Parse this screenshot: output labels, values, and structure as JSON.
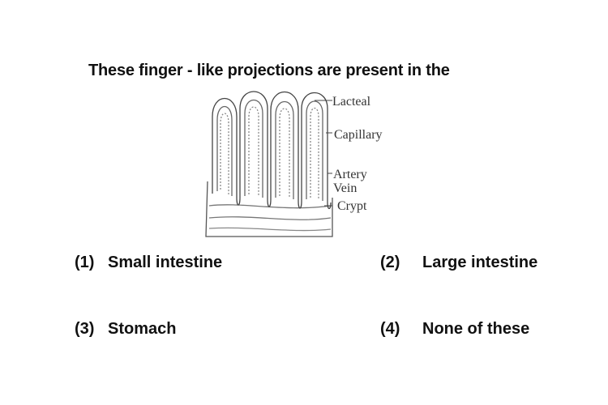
{
  "question": {
    "text": "These finger - like projections are present in the"
  },
  "diagram": {
    "labels": {
      "lacteal": "Lacteal",
      "capillary": "Capillary",
      "artery": "Artery",
      "vein": "Vein",
      "crypt": "Crypt"
    }
  },
  "options": [
    {
      "number": "(1)",
      "text": "Small intestine"
    },
    {
      "number": "(2)",
      "text": "Large intestine"
    },
    {
      "number": "(3)",
      "text": "Stomach"
    },
    {
      "number": "(4)",
      "text": "None of these"
    }
  ]
}
